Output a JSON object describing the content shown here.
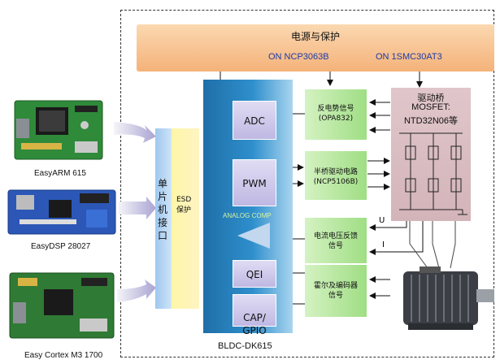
{
  "boards": [
    {
      "label": "EasyARM 615"
    },
    {
      "label": "EasyDSP 28027"
    },
    {
      "label": "Easy Cortex M3 1700"
    }
  ],
  "power": {
    "title": "电源与保护",
    "part1": "ON   NCP3063B",
    "part2": "ON    1SMC30AT3"
  },
  "interfaces": {
    "mcu_interface": "单片机接口",
    "esd": "ESD保护"
  },
  "mcu": {
    "modules": [
      "ADC",
      "PWM",
      "QEI",
      "CAP/\nGPIO"
    ],
    "analog_comp": "ANALOG COMP"
  },
  "circuits": [
    {
      "line1": "反电势信号",
      "line2": "(OPA832)"
    },
    {
      "line1": "半桥驱动电路",
      "line2": "(NCP5106B)"
    },
    {
      "line1": "电流电压反馈",
      "line2": "信号"
    },
    {
      "line1": "霍尔及编码器",
      "line2": "信号"
    }
  ],
  "bridge": {
    "title": "驱动桥",
    "line2": "MOSFET:",
    "line3": "NTD32N06等"
  },
  "feedback_labels": {
    "u": "U",
    "i": "I"
  },
  "board_title": "BLDC-DK615",
  "colors": {
    "mcu_blue": "#2e8fcc",
    "power_orange": "#f4b27a",
    "circuit_green": "#9fde84",
    "bridge_pink": "#d3b4b9",
    "text_blue": "#1d3aa8"
  }
}
